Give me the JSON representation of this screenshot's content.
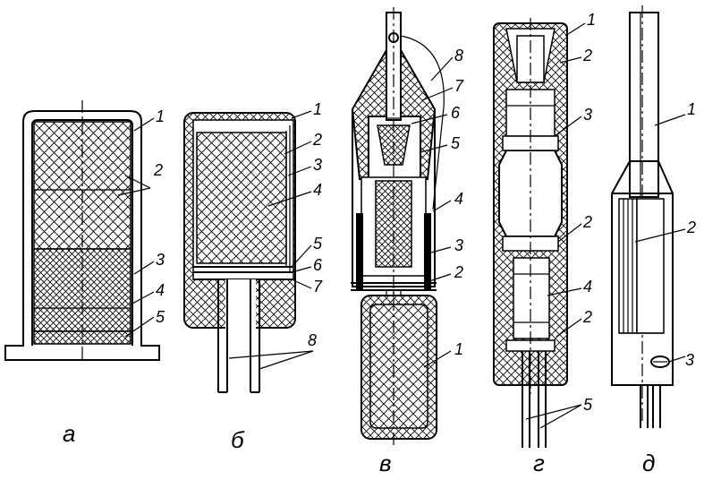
{
  "figures": [
    {
      "caption": "а",
      "labels": [
        "1",
        "2",
        "3",
        "4",
        "5"
      ]
    },
    {
      "caption": "б",
      "labels": [
        "1",
        "2",
        "3",
        "4",
        "5",
        "6",
        "7",
        "8"
      ]
    },
    {
      "caption": "в",
      "labels": [
        "8",
        "7",
        "6",
        "5",
        "4",
        "3",
        "2",
        "1"
      ]
    },
    {
      "caption": "г",
      "labels": [
        "1",
        "2",
        "3",
        "2",
        "4",
        "2",
        "5"
      ]
    },
    {
      "caption": "д",
      "labels": [
        "1",
        "2",
        "3"
      ]
    }
  ]
}
